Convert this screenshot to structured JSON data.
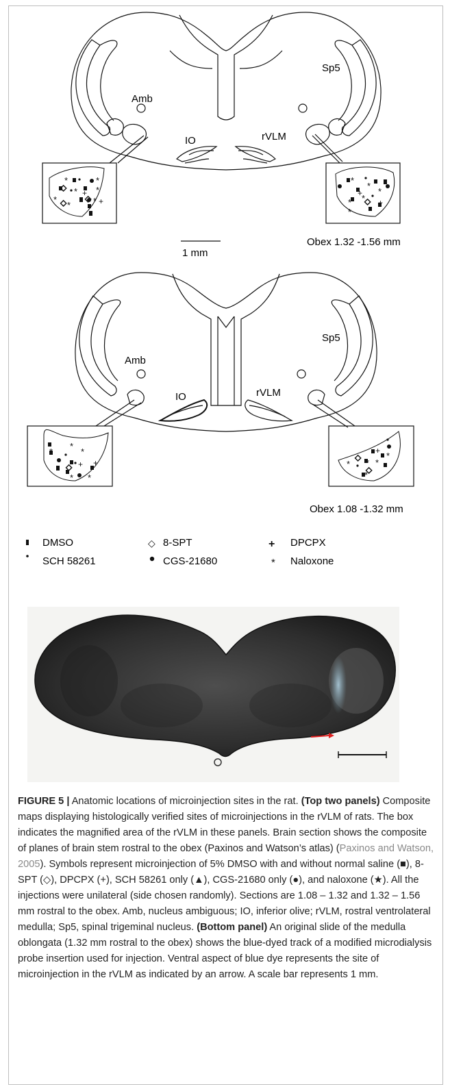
{
  "figure": {
    "top_panel": {
      "labels": {
        "sp5": "Sp5",
        "amb": "Amb",
        "io": "IO",
        "rvlm": "rVLM"
      },
      "scale_label": "1 mm",
      "obex": "Obex 1.32 -1.56 mm"
    },
    "middle_panel": {
      "labels": {
        "sp5": "Sp5",
        "amb": "Amb",
        "io": "IO",
        "rvlm": "rVLM"
      },
      "obex": "Obex 1.08 -1.32 mm"
    },
    "legend": [
      {
        "symbol": "square",
        "label": "DMSO"
      },
      {
        "symbol": "diamond",
        "label": "8-SPT"
      },
      {
        "symbol": "plus",
        "label": "DPCPX"
      },
      {
        "symbol": "small-dot",
        "label": "SCH 58261"
      },
      {
        "symbol": "dot",
        "label": "CGS-21680"
      },
      {
        "symbol": "asterisk",
        "label": "Naloxone"
      }
    ],
    "colors": {
      "line": "#111111",
      "arrow": "#e02020",
      "cite": "#8a8a8a"
    }
  },
  "caption": {
    "label": "FIGURE 5 |",
    "intro": " Anatomic locations of microinjection sites in the rat. ",
    "top_head": "(Top two panels)",
    "body1": " Composite maps displaying histologically verified sites of microinjections in the rVLM of rats. The box indicates the magnified area of the rVLM in these panels. Brain section shows the composite of planes of brain stem rostral to the obex (Paxinos and Watson’s atlas) (",
    "cite": "Paxinos and Watson, 2005",
    "body2": "). Symbols represent microinjection of 5% DMSO with and without normal saline (■), 8-SPT (◇), DPCPX (+), SCH 58261 only (▲), CGS-21680 only (●), and naloxone (★). All the injections were unilateral (side chosen randomly). Sections are 1.08 – 1.32 and 1.32 – 1.56 mm rostral to the obex. Amb, nucleus ambiguous; IO, inferior olive; rVLM, rostral ventrolateral medulla; Sp5, spinal trigeminal nucleus. ",
    "bottom_head": "(Bottom panel)",
    "body3": " An original slide of the medulla oblongata (1.32 mm rostral to the obex) shows the blue-dyed track of a modified microdialysis probe insertion used for injection. Ventral aspect of blue dye represents the site of microinjection in the rVLM as indicated by an arrow. A scale bar represents 1 mm."
  }
}
